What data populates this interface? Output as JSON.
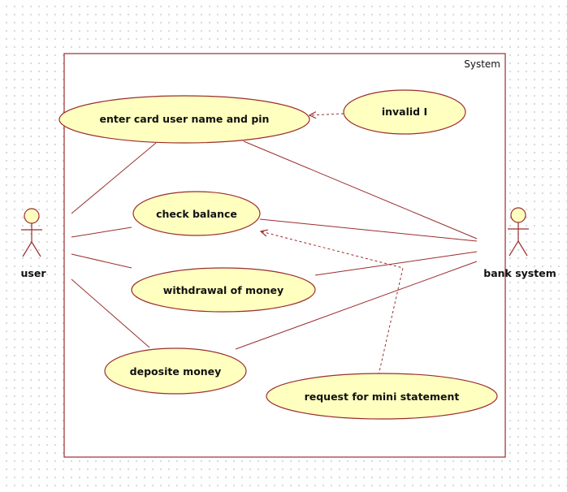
{
  "system": {
    "label": "System"
  },
  "actors": {
    "user": {
      "label": "user"
    },
    "bank_system": {
      "label": "bank system"
    }
  },
  "use_cases": {
    "enter_card": {
      "label": "enter card user name and pin"
    },
    "invalid": {
      "label": "invalid I"
    },
    "check_balance": {
      "label": "check balance"
    },
    "withdrawal": {
      "label": "withdrawal of money"
    },
    "deposit": {
      "label": "deposite money"
    },
    "mini_statement": {
      "label": "request for mini statement"
    }
  },
  "colors": {
    "line": "#9b2d2d",
    "use_case_fill": "#ffffc0",
    "background_dots": "#c9cfd6"
  }
}
